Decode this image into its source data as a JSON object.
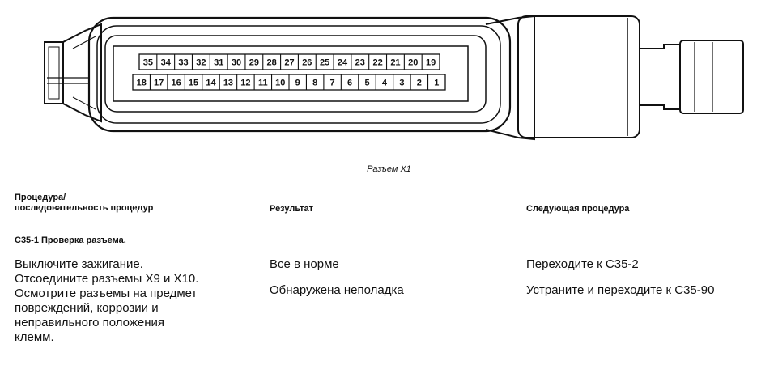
{
  "figure": {
    "caption": "Разъем X1",
    "pins_top": [
      "35",
      "34",
      "33",
      "32",
      "31",
      "30",
      "29",
      "28",
      "27",
      "26",
      "25",
      "24",
      "23",
      "22",
      "21",
      "20",
      "19"
    ],
    "pins_bottom": [
      "18",
      "17",
      "16",
      "15",
      "14",
      "13",
      "12",
      "11",
      "10",
      "9",
      "8",
      "7",
      "6",
      "5",
      "4",
      "3",
      "2",
      "1"
    ]
  },
  "table": {
    "headers": {
      "procedure_line1": "Процедура/",
      "procedure_line2": "последовательность процедур",
      "result": "Результат",
      "next": "Следующая процедура"
    },
    "section_title": "С35-1 Проверка разъема.",
    "procedure_lines": [
      "Выключите зажигание.",
      "Отсоедините разъемы X9 и X10.",
      "Осмотрите разъемы на предмет",
      "повреждений, коррозии и",
      "неправильного положения",
      "клемм."
    ],
    "rows": [
      {
        "result": "Все в норме",
        "next": "Переходите к С35-2"
      },
      {
        "result": "Обнаружена неполадка",
        "next": "Устраните и переходите к С35-90"
      }
    ]
  }
}
